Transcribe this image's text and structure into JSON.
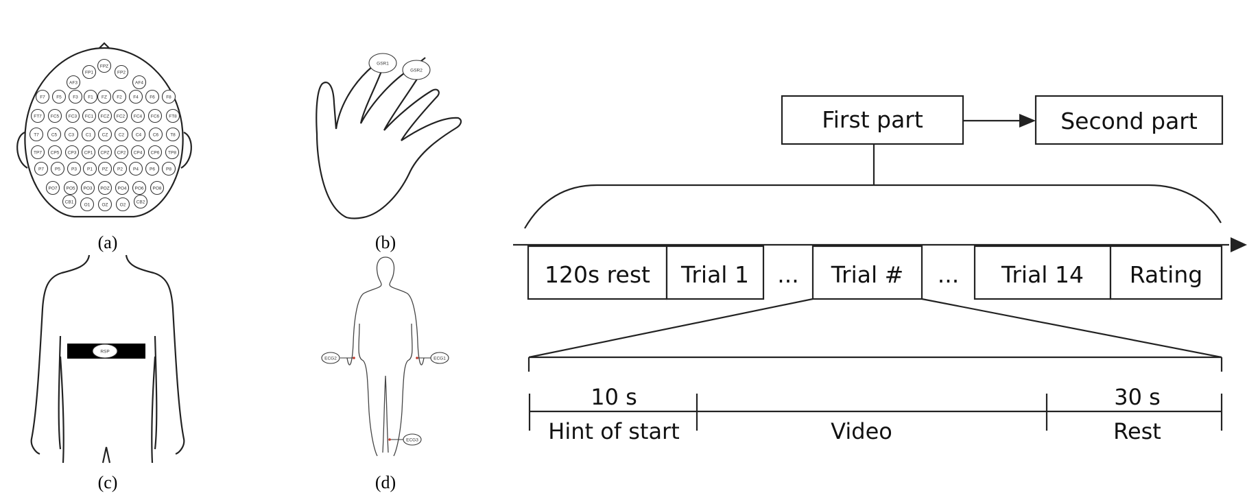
{
  "panel_labels": {
    "a": "(a)",
    "b": "(b)",
    "c": "(c)",
    "d": "(d)"
  },
  "eeg": {
    "electrodes": [
      "FPZ",
      "FP1",
      "FP2",
      "AF3",
      "AF4",
      "F7",
      "F5",
      "F3",
      "F1",
      "FZ",
      "F2",
      "F4",
      "F6",
      "F8",
      "FT7",
      "FC5",
      "FC3",
      "FC1",
      "FCZ",
      "FC2",
      "FC4",
      "FC6",
      "FT8",
      "T7",
      "C5",
      "C3",
      "C1",
      "CZ",
      "C2",
      "C4",
      "C6",
      "T8",
      "TP7",
      "CP5",
      "CP3",
      "CP1",
      "CPZ",
      "CP2",
      "CP4",
      "CP6",
      "TP8",
      "P7",
      "P5",
      "P3",
      "P1",
      "PZ",
      "P2",
      "P4",
      "P6",
      "P8",
      "PO7",
      "PO5",
      "PO3",
      "POZ",
      "PO4",
      "PO6",
      "PO8",
      "CB1",
      "O1",
      "OZ",
      "O2",
      "CB2"
    ]
  },
  "gsr": {
    "sensor1": "GSR1",
    "sensor2": "GSR2"
  },
  "rsp": {
    "sensor": "RSP"
  },
  "ecg": {
    "sensor1": "ECG2",
    "sensor2": "ECG1",
    "sensor3": "ECG3"
  },
  "timeline": {
    "first_part": "First part",
    "second_part": "Second part",
    "segments": [
      "120s rest",
      "Trial 1",
      "...",
      "Trial #",
      "...",
      "Trial 14",
      "Rating"
    ],
    "trial": {
      "hint_duration": "10 s",
      "hint_label": "Hint of start",
      "video_label": "Video",
      "rest_duration": "30 s",
      "rest_label": "Rest"
    }
  }
}
